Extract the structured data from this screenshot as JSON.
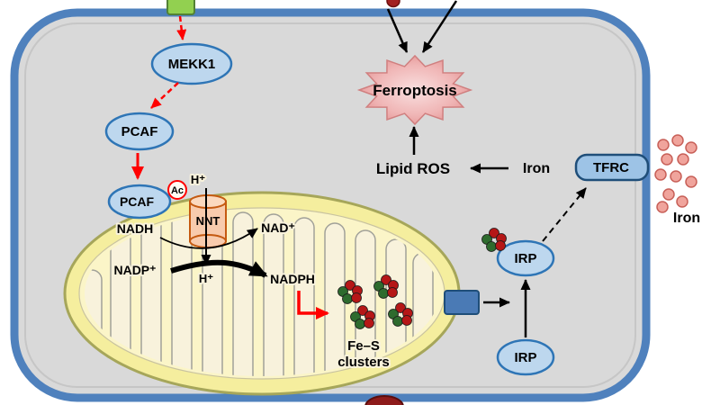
{
  "labels": {
    "mekk1": "MEKK1",
    "pcaf_upper": "PCAF",
    "pcaf_mito": "PCAF",
    "ac": "Ac",
    "nnt": "NNT",
    "h_top": "H⁺",
    "h_bottom": "H⁺",
    "nadh": "NADH",
    "nadp_plus": "NADP⁺",
    "nad_plus": "NAD⁺",
    "nadph": "NADPH",
    "fes_line1": "Fe–S",
    "fes_line2": "clusters",
    "irp_upper": "IRP",
    "irp_lower": "IRP",
    "tfrc": "TFRC",
    "iron_cytosol": "Iron",
    "iron_extracellular": "Iron",
    "lipid_ros": "Lipid  ROS",
    "ferroptosis": "Ferroptosis"
  },
  "colors": {
    "cell_border": "#4f81bd",
    "cell_fill": "#d9d9d9",
    "node_fill": "#bdd7ee",
    "node_border": "#2e75b6",
    "mito_membrane": "#f5ee9e",
    "mito_matrix": "#fbf5c8",
    "cristae": "#f8f2dc",
    "nnt_fill": "#f8cbad",
    "green_receptor": "#92d050",
    "red_arrow": "#ff0000",
    "fes_red": "#b51717",
    "fes_green": "#2e6b2e",
    "iron_dot": "#f0a49c",
    "transporter": "#4a7ab5",
    "tfrc_fill": "#9dc3e6",
    "ferroptosis_fill": "#eeacac",
    "dark_red": "#8e1b1b"
  }
}
